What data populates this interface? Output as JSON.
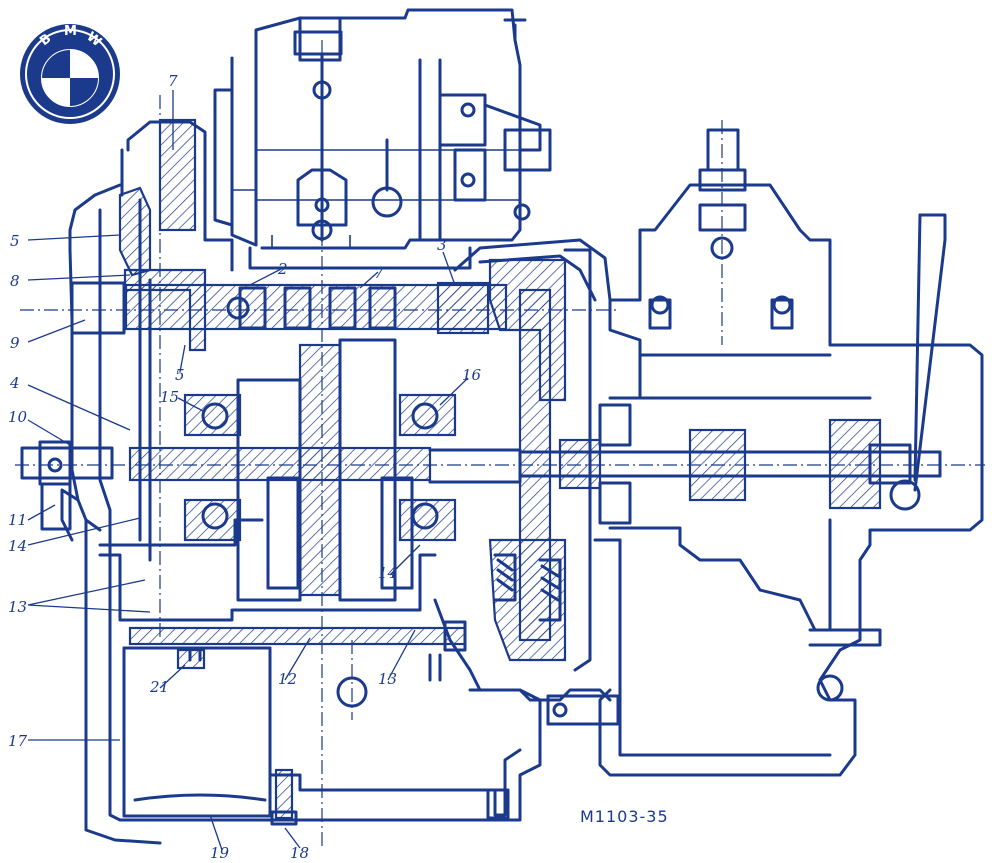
{
  "logo": {
    "letters": [
      "B",
      "M",
      "W"
    ]
  },
  "drawing_code": "M1103-35",
  "callouts": [
    {
      "id": "c-7a",
      "label": "7"
    },
    {
      "id": "c-5a",
      "label": "5"
    },
    {
      "id": "c-8",
      "label": "8"
    },
    {
      "id": "c-9",
      "label": "9"
    },
    {
      "id": "c-4",
      "label": "4"
    },
    {
      "id": "c-10",
      "label": "10"
    },
    {
      "id": "c-11",
      "label": "11"
    },
    {
      "id": "c-14a",
      "label": "14"
    },
    {
      "id": "c-13a",
      "label": "13"
    },
    {
      "id": "c-17",
      "label": "17"
    },
    {
      "id": "c-2",
      "label": "2"
    },
    {
      "id": "c-7b",
      "label": "7"
    },
    {
      "id": "c-3",
      "label": "3"
    },
    {
      "id": "c-5b",
      "label": "5"
    },
    {
      "id": "c-15",
      "label": "15"
    },
    {
      "id": "c-16",
      "label": "16"
    },
    {
      "id": "c-14b",
      "label": "14"
    },
    {
      "id": "c-12",
      "label": "12"
    },
    {
      "id": "c-13b",
      "label": "13"
    },
    {
      "id": "c-21",
      "label": "21"
    },
    {
      "id": "c-19",
      "label": "19"
    },
    {
      "id": "c-18",
      "label": "18"
    }
  ],
  "colors": {
    "ink": "#1b3a8c",
    "paper": "#ffffff"
  }
}
